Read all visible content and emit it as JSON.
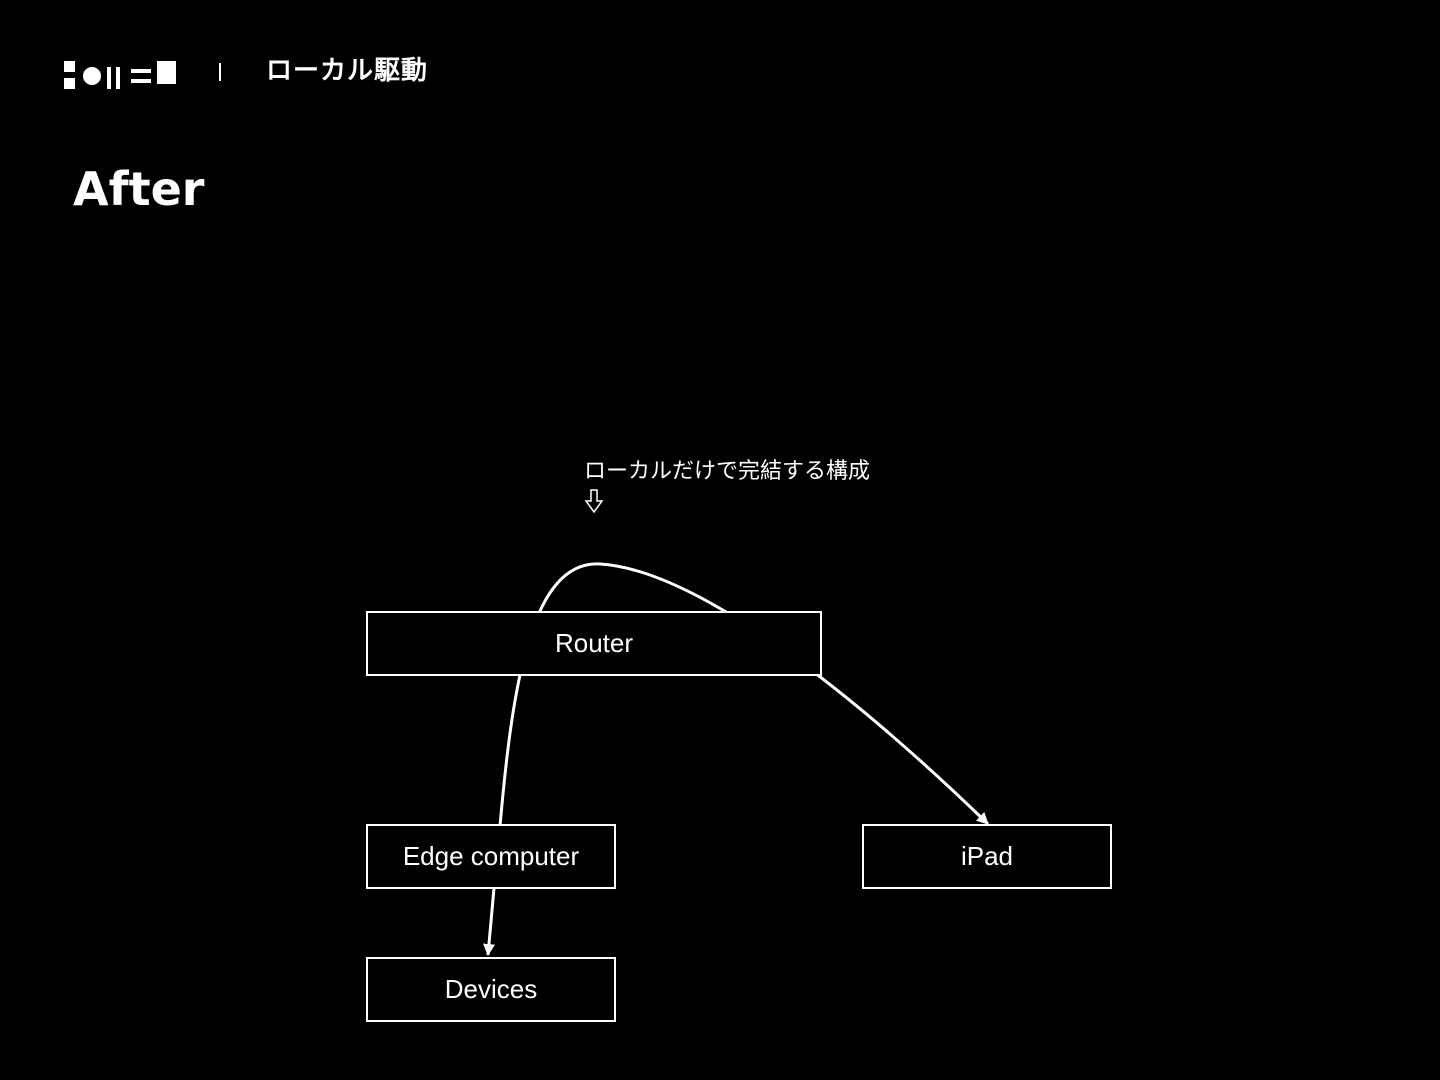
{
  "header": {
    "section_title": "ローカル駆動"
  },
  "page_title": "After",
  "caption": "ローカルだけで完結する構成",
  "diagram": {
    "nodes": {
      "router": "Router",
      "edge_computer": "Edge computer",
      "ipad": "iPad",
      "devices": "Devices"
    },
    "links": [
      {
        "from": "edge_computer",
        "to": "ipad",
        "via": "router"
      },
      {
        "from": "edge_computer",
        "to": "devices"
      }
    ]
  },
  "colors": {
    "background": "#000000",
    "foreground": "#ffffff"
  }
}
